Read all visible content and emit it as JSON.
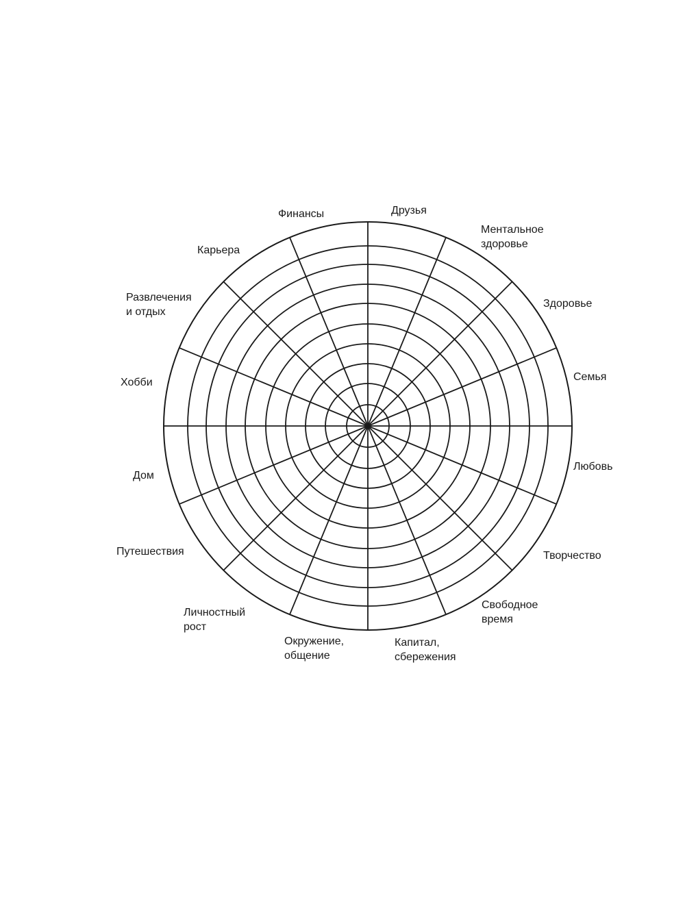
{
  "wheel": {
    "rings": 10,
    "line_color": "#1a1a1a",
    "labels": [
      {
        "id": "druzya",
        "text": "Друзья"
      },
      {
        "id": "mentalnoe",
        "text": "Ментальное\nздоровье"
      },
      {
        "id": "zdorovie",
        "text": "Здоровье"
      },
      {
        "id": "semya",
        "text": "Семья"
      },
      {
        "id": "lyubov",
        "text": "Любовь"
      },
      {
        "id": "tvorchestvo",
        "text": "Творчество"
      },
      {
        "id": "svobodnoe",
        "text": "Свободное\nвремя"
      },
      {
        "id": "kapital",
        "text": "Капитал,\nсбережения"
      },
      {
        "id": "okruzhenie",
        "text": "Окружение,\nобщение"
      },
      {
        "id": "lichnostny",
        "text": "Личностный\nрост"
      },
      {
        "id": "puteshestviya",
        "text": "Путешествия"
      },
      {
        "id": "dom",
        "text": "Дом"
      },
      {
        "id": "hobbi",
        "text": "Хобби"
      },
      {
        "id": "razvlecheniya",
        "text": "Развлечения\nи отдых"
      },
      {
        "id": "kariera",
        "text": "Карьера"
      },
      {
        "id": "finansy",
        "text": "Финансы"
      }
    ]
  }
}
